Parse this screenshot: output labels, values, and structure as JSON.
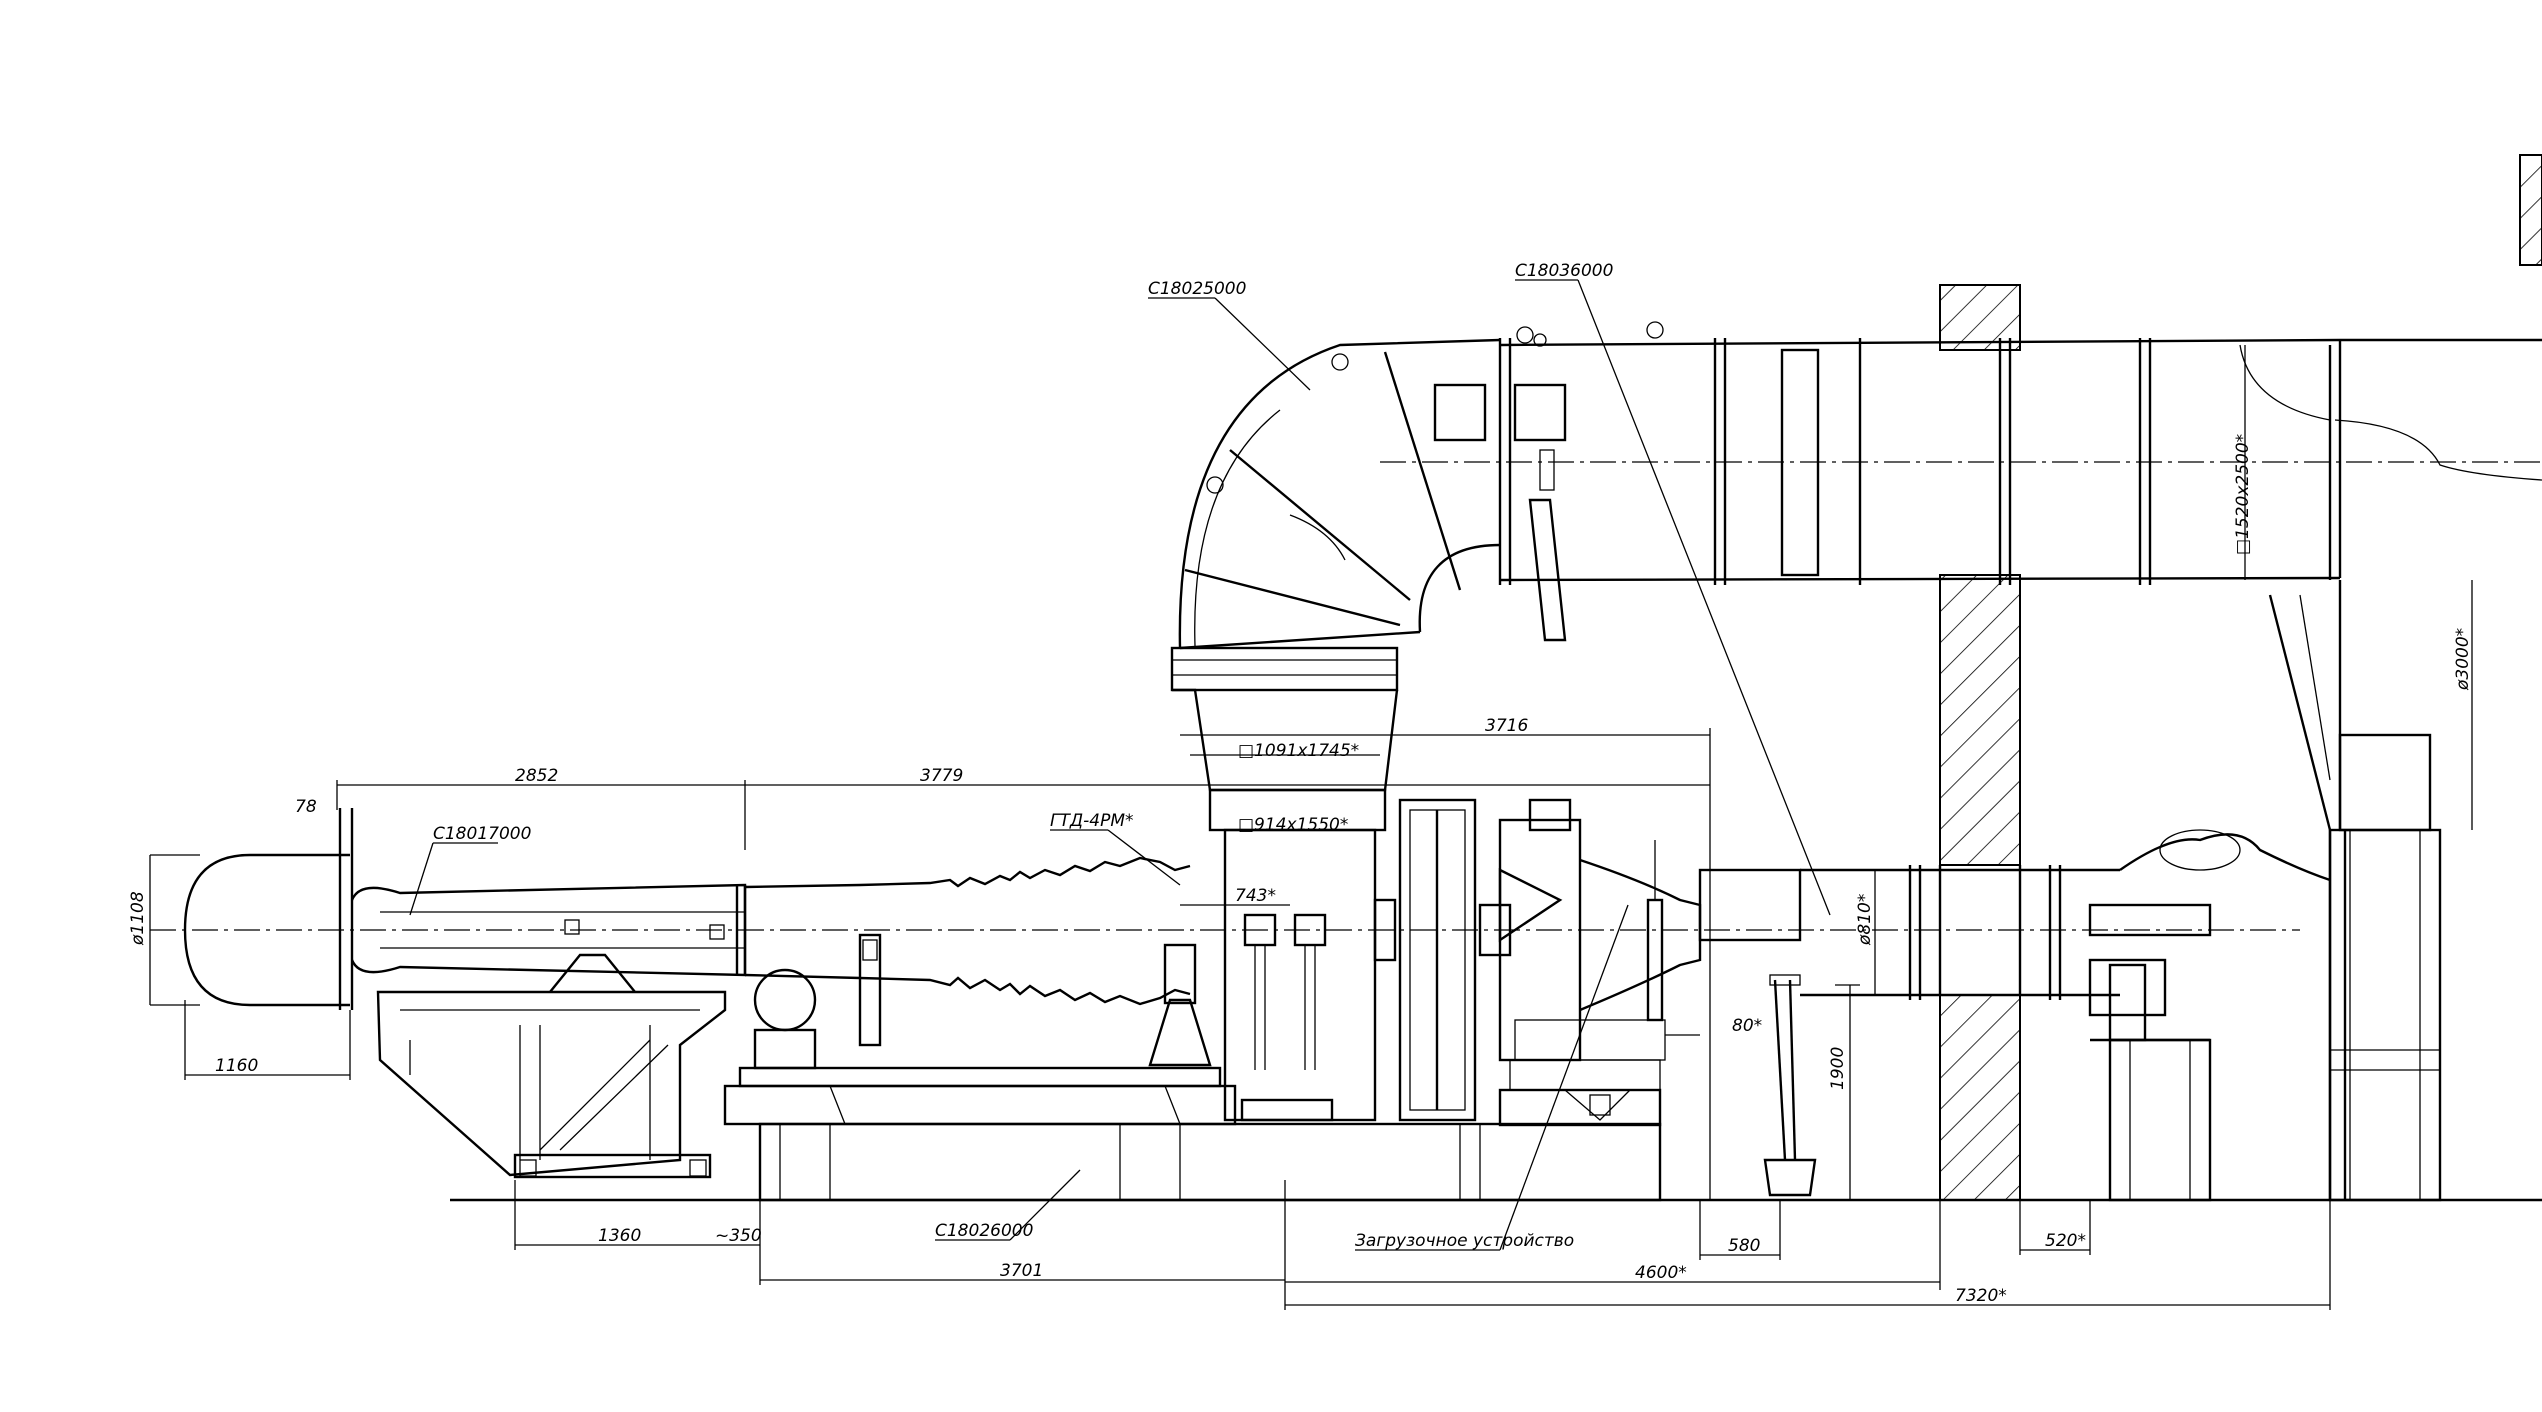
{
  "drawing": {
    "labels": {
      "c18025000": "C18025000",
      "c18036000": "C18036000",
      "c18017000": "C18017000",
      "c18026000": "C18026000",
      "gtd": "ГТД-4РМ*",
      "loader": "Загрузочное устройство"
    },
    "dims": {
      "d78": "78",
      "d2852": "2852",
      "d3779": "3779",
      "d3716": "3716",
      "d1091": "□1091x1745*",
      "d914": "□914x1550*",
      "d743": "743*",
      "d1108": "ø1108",
      "d1160": "1160",
      "d1360": "1360",
      "d350": "~350",
      "d3701": "3701",
      "d580": "580",
      "d80": "80*",
      "d1900": "1900",
      "d810": "ø810*",
      "d4600": "4600*",
      "d520": "520*",
      "d7320": "7320*",
      "d1520": "□1520x2500*",
      "d3000": "ø3000*"
    }
  }
}
